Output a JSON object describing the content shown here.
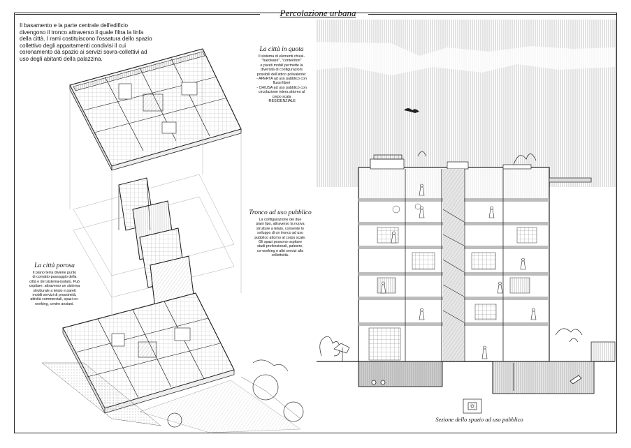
{
  "title": "Percolazione urbana",
  "intro_text": "Il basamento e la parte centrale dell'edificio divengono il tronco attraverso il quale filtra la linfa della città. I rami costituiscono l'ossatura dello spazio collettivo degli appartamenti condivisi il cui coronamento dà spazio ai servizi sovra-collettivi ad uso degli abitanti della palazzina.",
  "sections": {
    "citta_in_quota": {
      "heading": "La città in quota",
      "lines": [
        "Il sistema di elementi chiusi-",
        "\"hardware\", \"contenitori\"",
        "e pareti mobili permette la",
        "diversità di configurazioni",
        "possibili dell'attico polivalente:",
        "- APERTA ad uso pubblico con",
        "flussi liberi",
        "- CHIUSA ad uso pubblico con",
        "circolazione intera attorno al",
        "corpo scala",
        "-RESIDENZIALE"
      ]
    },
    "tronco": {
      "heading": "Tronco ad uso pubblico",
      "lines": [
        "La configurazione dei due",
        "piani tipo, attraverso la nuova",
        "strutture a telaio, consente lo",
        "sviluppo di un tronco ad uso",
        "pubblico attorno al corpo scale.",
        "Gli spazi possono ospitare",
        "studi professionali, palestre,",
        "co-working o altri servizi alla",
        "collettività."
      ]
    },
    "citta_porosa": {
      "heading": "La città porosa",
      "lines": [
        "Il piano terra diviene punto",
        "di contatto-passaggio della",
        "città e del sistema-isolato. Può",
        "ospitare, attraverso un sistema",
        "strutturale a telaio e pareti",
        "mobili servizi di prossimità,",
        "attività commerciali, spazi co-",
        "working, centro anziani."
      ]
    }
  },
  "caption": "Sezione dello spazio ad uso pubblico",
  "colors": {
    "ink": "#222222",
    "paper": "#ffffff",
    "hatch": "#9a9a9a",
    "grey_fill": "#cfcfcf"
  }
}
